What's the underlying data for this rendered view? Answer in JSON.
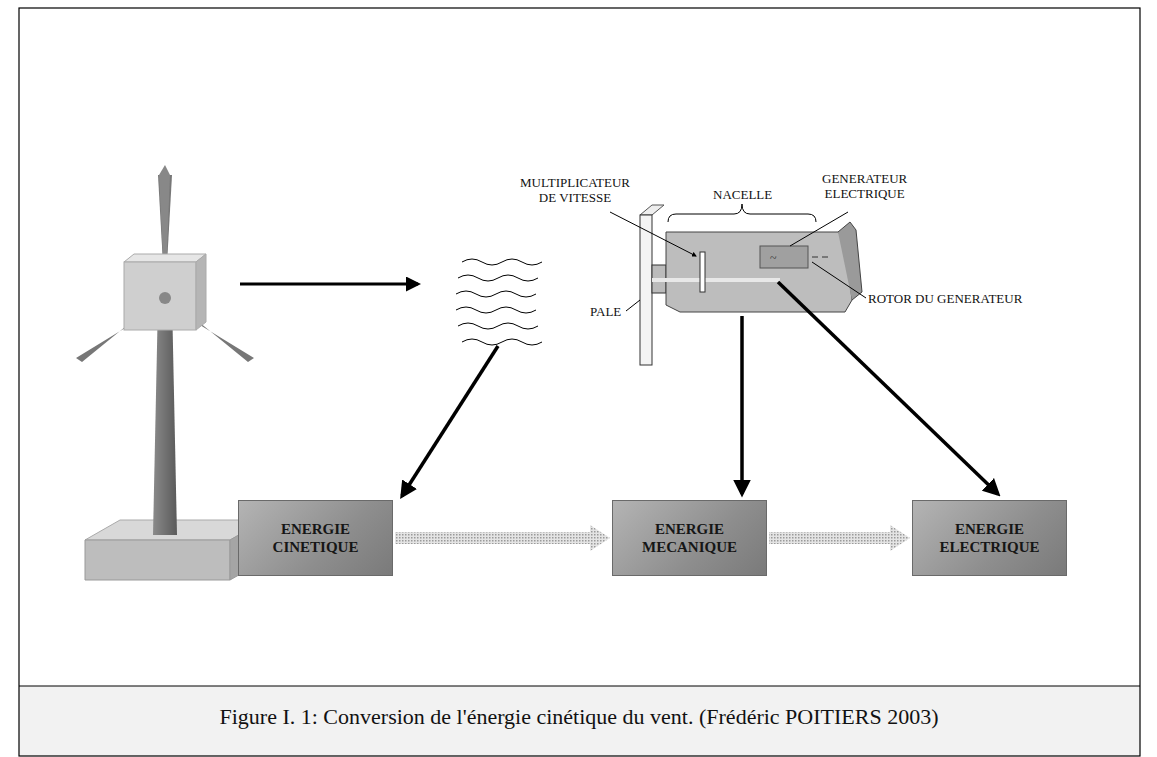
{
  "diagram": {
    "caption": "Figure I. 1: Conversion de l'énergie cinétique du vent. (Frédéric POITIERS 2003)",
    "nodes": [
      {
        "text": [
          "ENERGIE CINETIQUE"
        ]
      },
      {
        "text": [
          "ENERGIE MECANIQUE"
        ]
      },
      {
        "text": [
          "ENERGIE ELECTRIQUE"
        ]
      }
    ],
    "edges": [
      {
        "from": 0,
        "to": 1,
        "arrow": "to"
      },
      {
        "from": 1,
        "to": 2,
        "arrow": "to"
      }
    ],
    "labels": [
      "MULTIPLICATEUR DE VITESSE",
      "NACELLE",
      "GENERATEUR ELECTRIQUE",
      "ROTOR DU GENERATEUR",
      "PALE"
    ]
  }
}
